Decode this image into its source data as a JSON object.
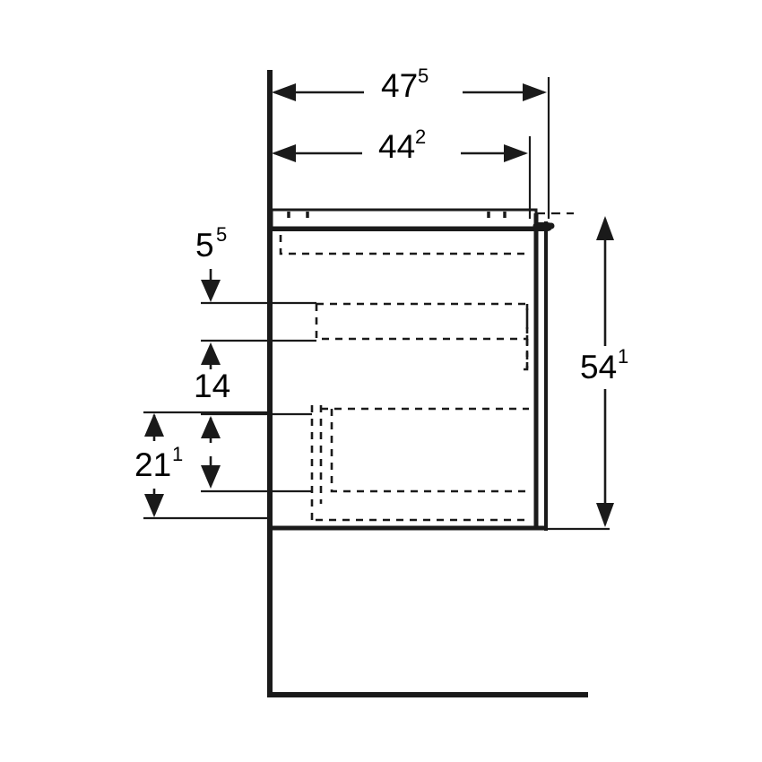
{
  "drawing": {
    "type": "technical-dimension-drawing",
    "subject": "wall-mounted bathroom vanity cabinet, side section view",
    "units": "cm",
    "line_color": "#1a1a1a",
    "background_color": "#ffffff",
    "dimensions": {
      "width_overall": {
        "value": "47",
        "superscript": "5",
        "label": "47⁵",
        "orientation": "horizontal",
        "position": "top"
      },
      "width_body": {
        "value": "44",
        "superscript": "2",
        "label": "44²",
        "orientation": "horizontal",
        "position": "top"
      },
      "height_overall": {
        "value": "54",
        "superscript": "1",
        "label": "54¹",
        "orientation": "vertical",
        "position": "right"
      },
      "top_offset": {
        "value": "5",
        "superscript": "5",
        "label": "5⁵",
        "orientation": "vertical",
        "position": "left"
      },
      "middle_gap": {
        "value": "14",
        "superscript": "",
        "label": "14",
        "orientation": "vertical",
        "position": "left"
      },
      "lower_drawer": {
        "value": "21",
        "superscript": "1",
        "label": "21¹",
        "orientation": "vertical",
        "position": "left"
      }
    },
    "features": {
      "wall_line": "vertical thick wall reference line at left",
      "floor_line": "horizontal thick floor reference line at bottom",
      "top_band_ticks": 4,
      "hidden_edges": "dashed interior drawer outlines",
      "handle_lip": "rounded lip at top of right panel"
    }
  }
}
